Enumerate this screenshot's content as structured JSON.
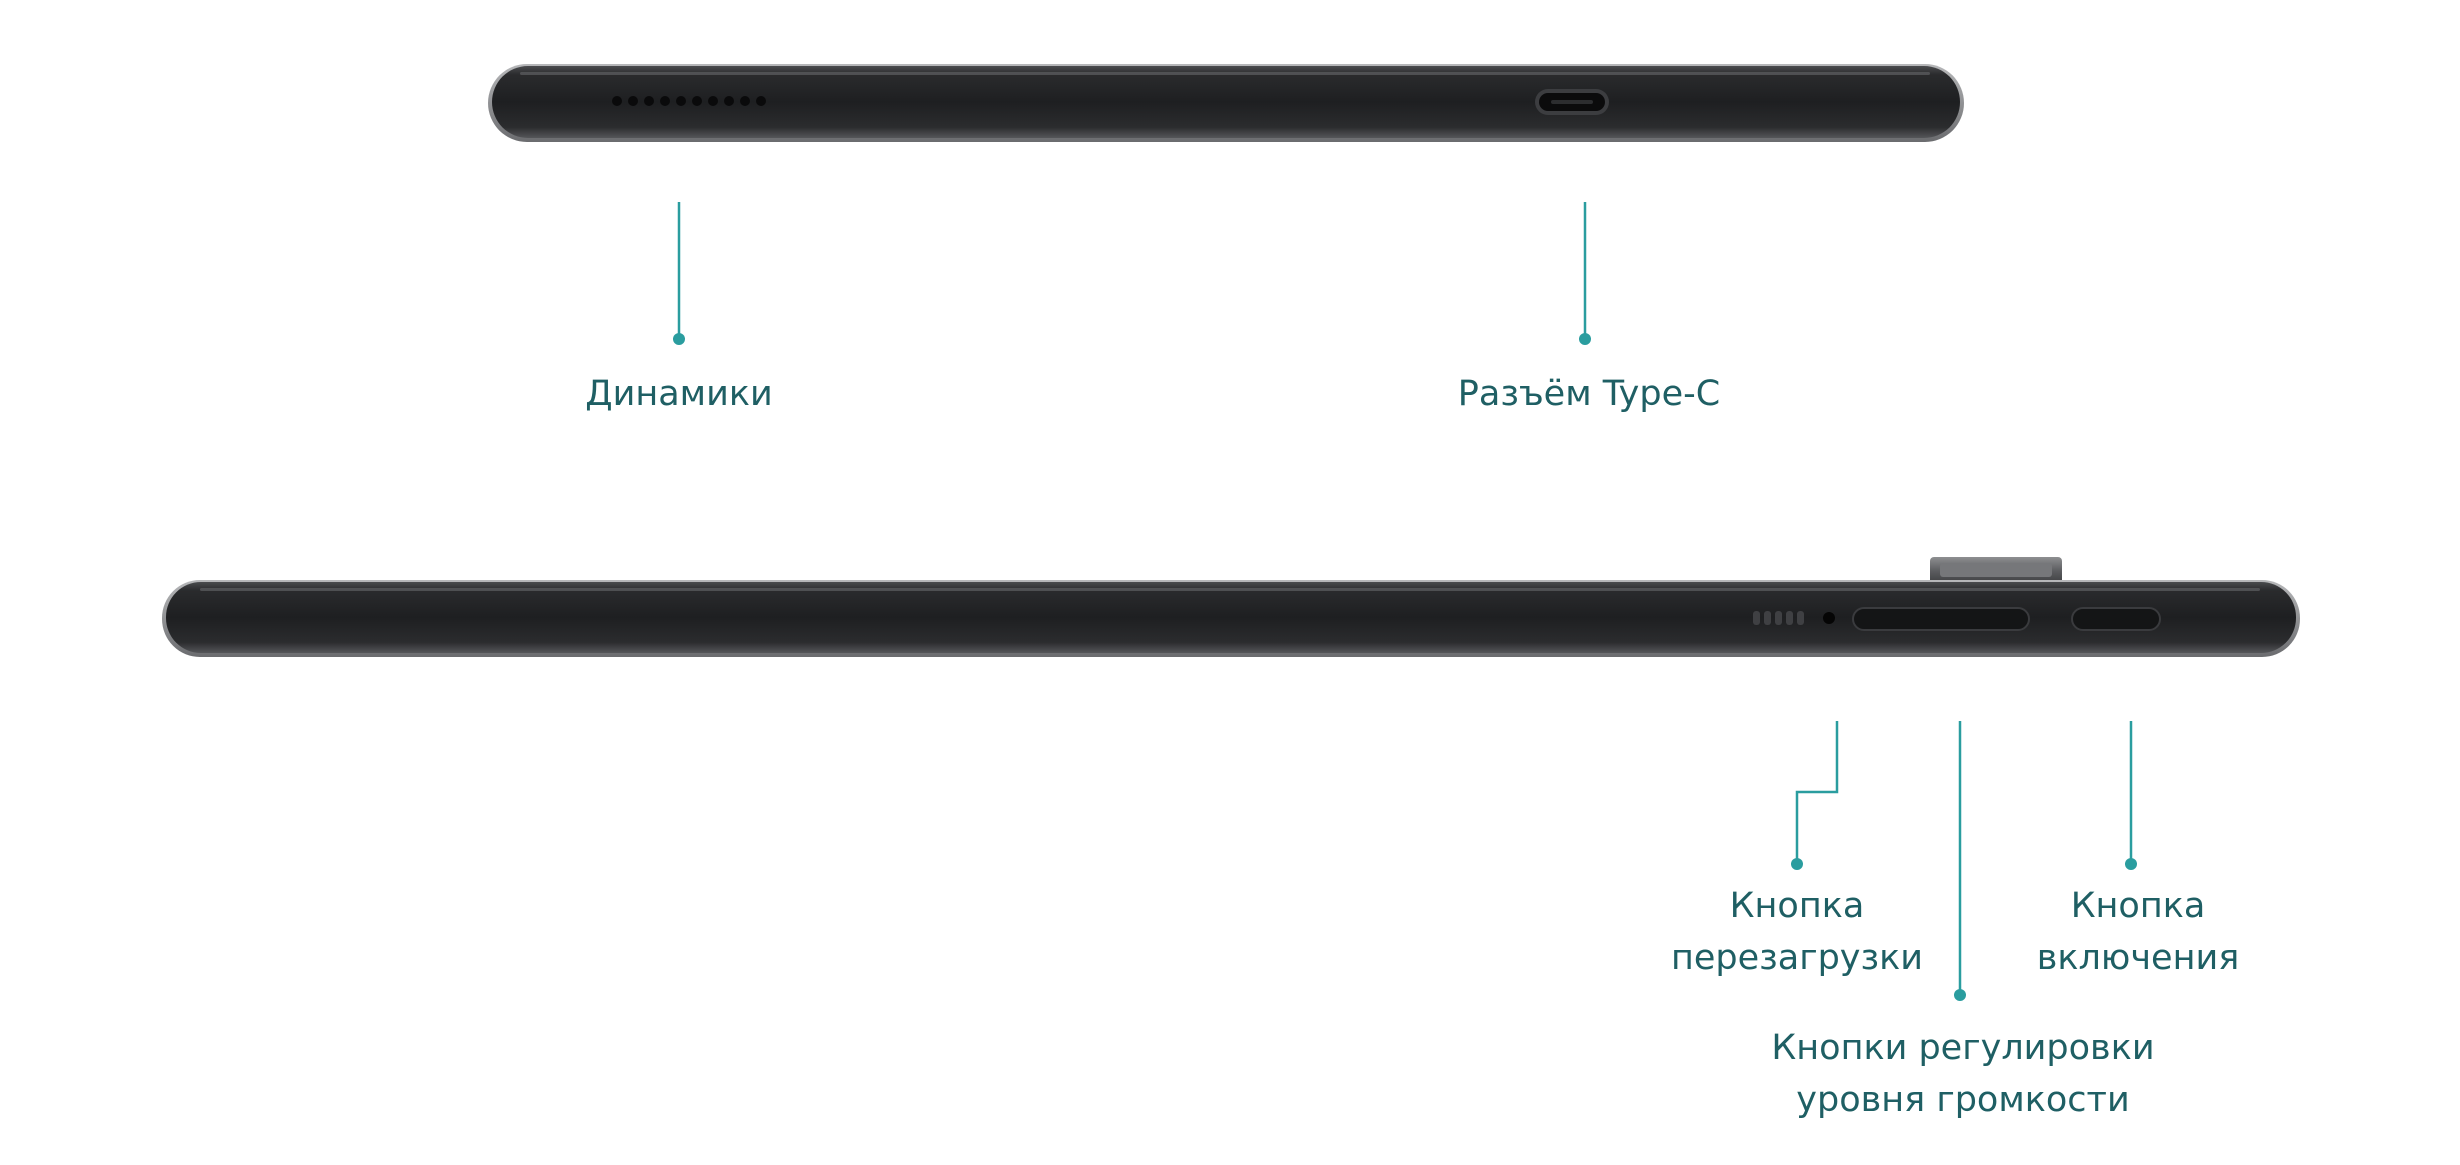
{
  "colors": {
    "accent": "#2a9d9f",
    "label_text": "#1f5f64",
    "device_body": "#1e1f21"
  },
  "labels": {
    "speakers": "Динамики",
    "type_c": "Разъём Type-C",
    "reset_button": [
      "Кнопка",
      "перезагрузки"
    ],
    "power_button": [
      "Кнопка",
      "включения"
    ],
    "volume_buttons": [
      "Кнопки регулировки",
      "уровня громкости"
    ]
  }
}
